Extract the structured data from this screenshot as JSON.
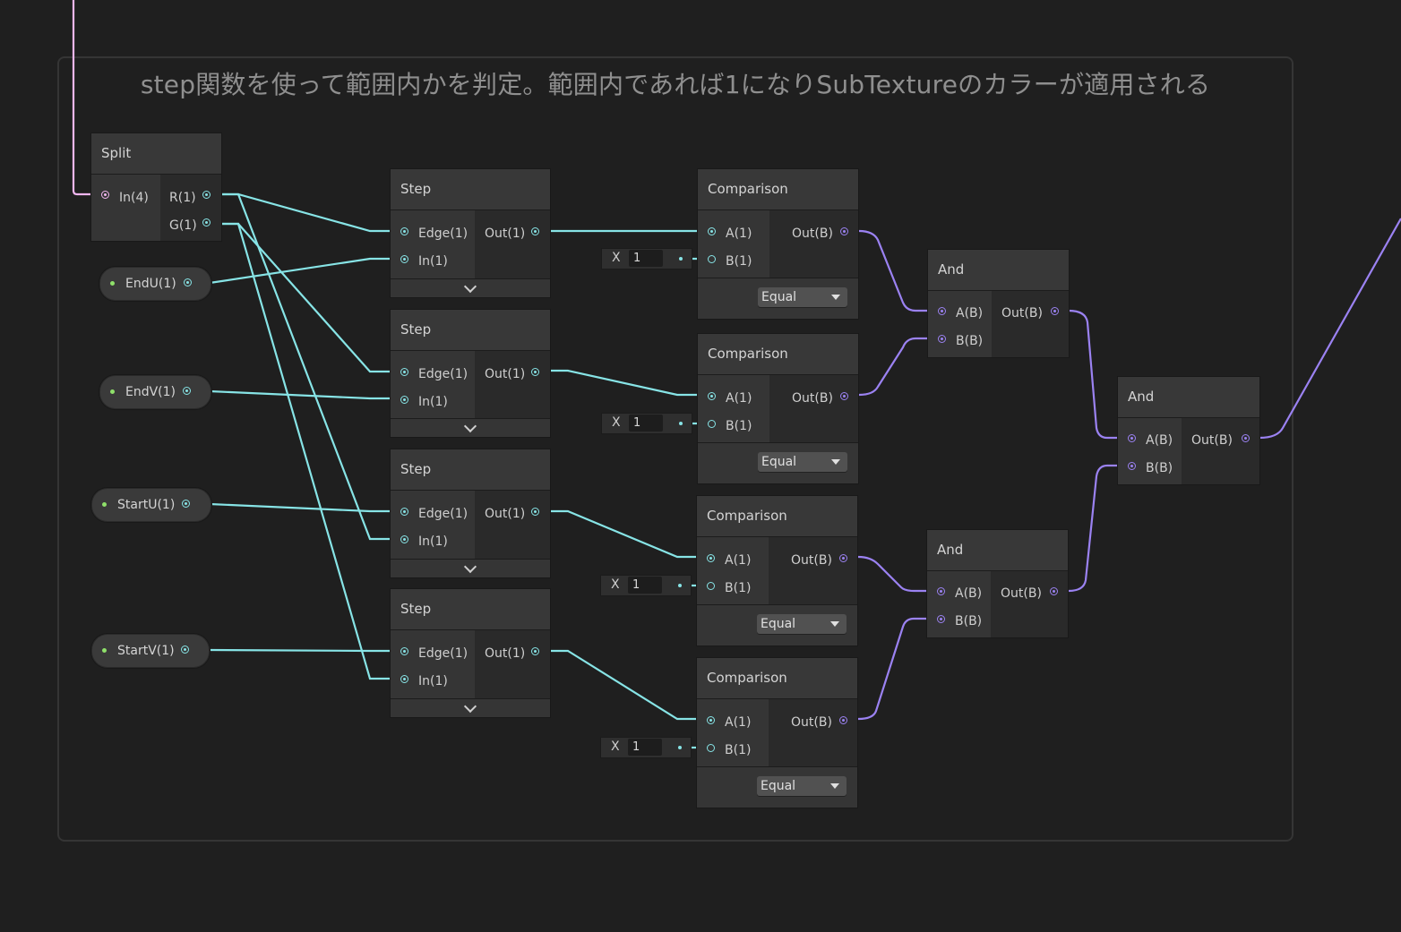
{
  "group": {
    "title": "step関数を使って範囲内かを判定。範囲内であれば1になりSubTextureのカラーが適用される"
  },
  "colors": {
    "float_wire": "#87e4e6",
    "bool_wire": "#9b82f2",
    "vector_wire": "#f1b6ef",
    "property_dot": "#8fe06a"
  },
  "split": {
    "title": "Split",
    "in": "In(4)",
    "out_r": "R(1)",
    "out_g": "G(1)"
  },
  "properties": {
    "endu": "EndU(1)",
    "endv": "EndV(1)",
    "startu": "StartU(1)",
    "startv": "StartV(1)"
  },
  "step": {
    "title": "Step",
    "edge": "Edge(1)",
    "in": "In(1)",
    "out": "Out(1)",
    "expand_icon": "chevron-down-icon"
  },
  "comparison": {
    "title": "Comparison",
    "a": "A(1)",
    "b": "B(1)",
    "out": "Out(B)",
    "mode": "Equal"
  },
  "inline_value": {
    "axis": "X",
    "value": "1"
  },
  "and": {
    "title": "And",
    "a": "A(B)",
    "b": "B(B)",
    "out": "Out(B)"
  }
}
